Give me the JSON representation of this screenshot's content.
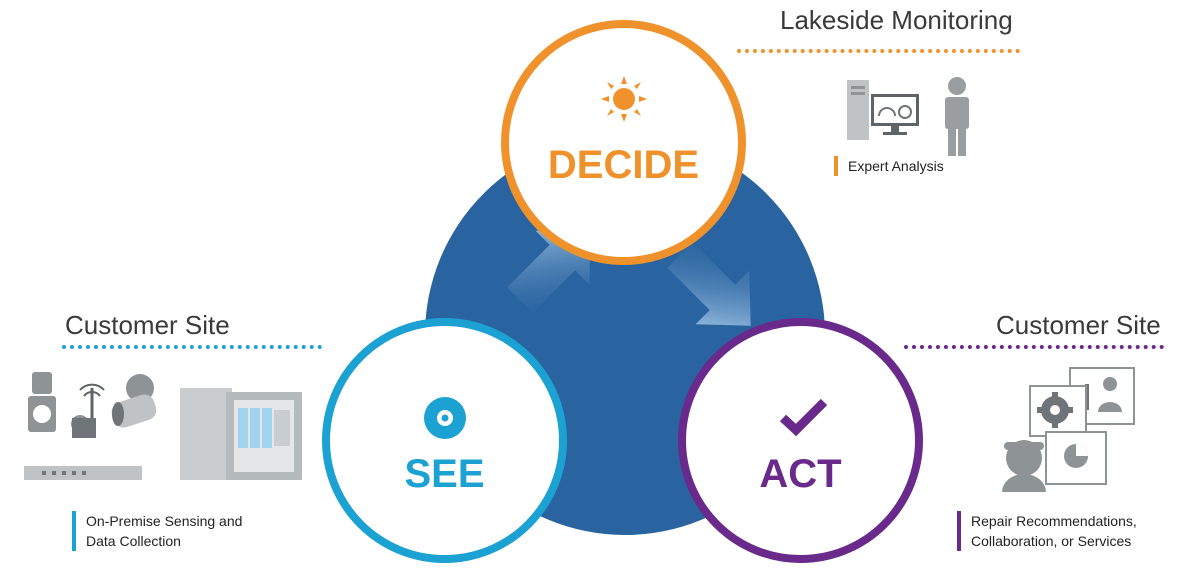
{
  "nodes": {
    "decide": {
      "label": "DECIDE",
      "color": "#F0922B",
      "icon": "sun-icon"
    },
    "see": {
      "label": "SEE",
      "color": "#1BA1D2",
      "icon": "target-icon"
    },
    "act": {
      "label": "ACT",
      "color": "#6A2A8C",
      "icon": "checkmark-icon"
    }
  },
  "center_color": "#2A64A0",
  "sections": {
    "top_right": {
      "heading": "Lakeside Monitoring",
      "caption_lines": [
        "Expert Analysis"
      ],
      "accent": "#F0922B"
    },
    "left": {
      "heading": "Customer Site",
      "caption_lines": [
        "On-Premise Sensing and",
        "Data Collection"
      ],
      "accent": "#1BA1D2"
    },
    "right": {
      "heading": "Customer Site",
      "caption_lines": [
        "Repair Recommendations,",
        "Collaboration, or Services"
      ],
      "accent": "#6A2A8C"
    }
  }
}
